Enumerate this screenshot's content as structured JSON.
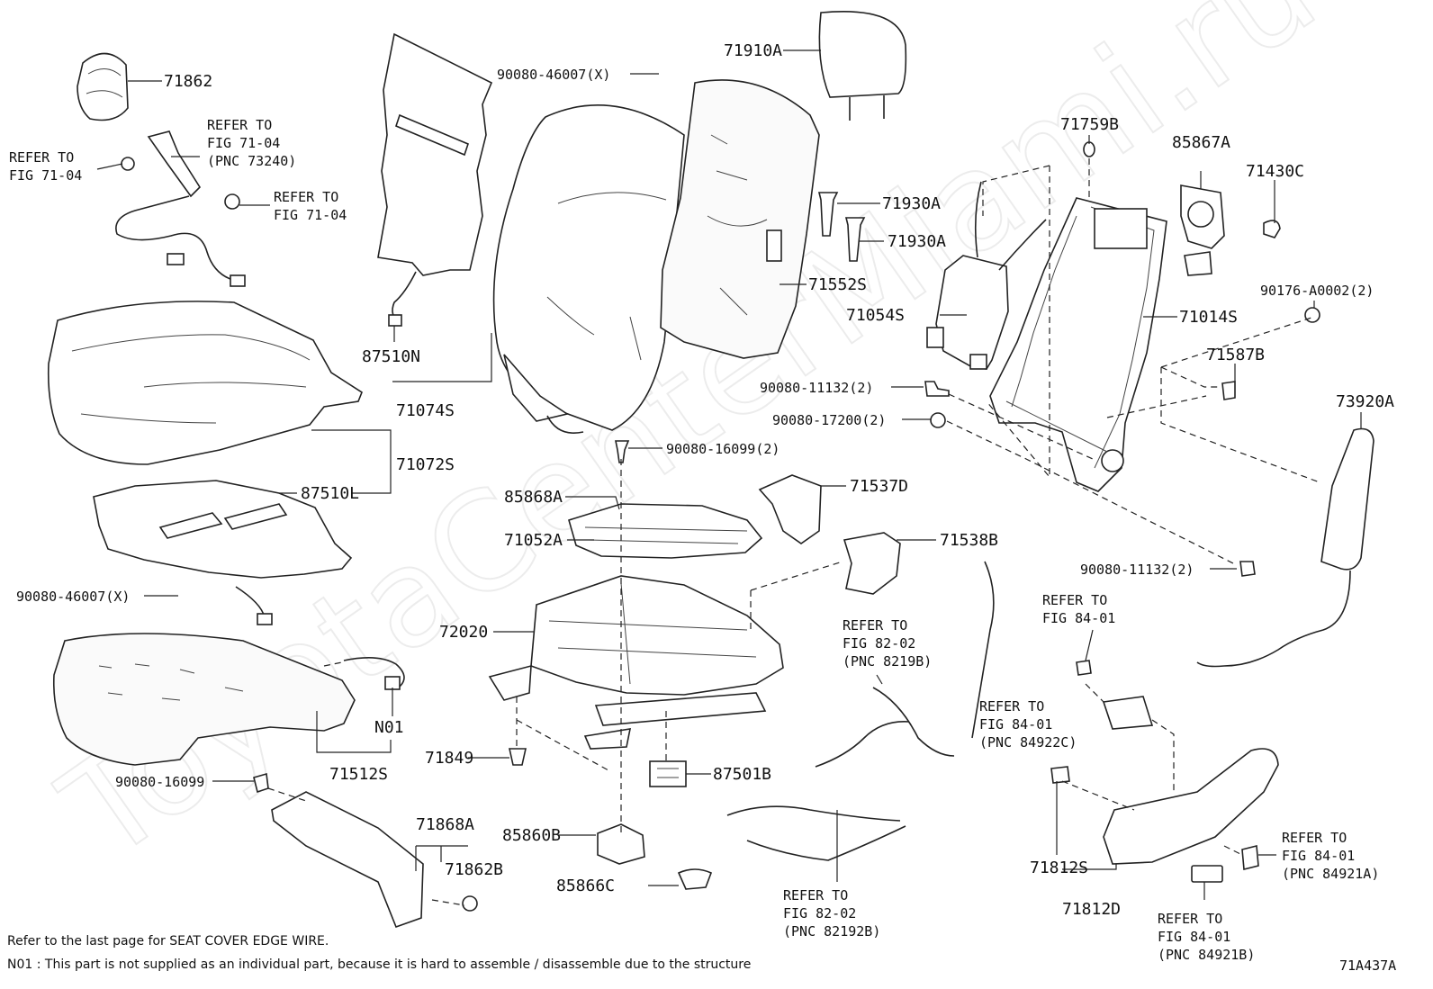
{
  "watermark": "ToyotaCenterMiami.ru",
  "diagram_code": "71A437A",
  "notes": [
    "Refer to the last page for SEAT COVER EDGE WIRE.",
    "N01 : This part is not supplied as an individual part, because it is hard to assemble / disassemble due to the structure"
  ],
  "labels": {
    "p71862": "71862",
    "p71910A": "71910A",
    "p9008046007_top": "90080-46007(X)",
    "p71759B": "71759B",
    "p85867A": "85867A",
    "p71430C": "71430C",
    "p71930A_1": "71930A",
    "p71930A_2": "71930A",
    "p71552S": "71552S",
    "p9017600002": "90176-A0002(2)",
    "p71054S": "71054S",
    "p71014S": "71014S",
    "p87510N": "87510N",
    "p71074S": "71074S",
    "p71587B": "71587B",
    "p9008011132_a": "90080-11132(2)",
    "p9008017200": "90080-17200(2)",
    "p73920A": "73920A",
    "p71072S": "71072S",
    "p9008016099_2": "90080-16099(2)",
    "p87510L": "87510L",
    "p85868A": "85868A",
    "p71537D": "71537D",
    "p71052A": "71052A",
    "p71538B": "71538B",
    "p9008046007_left": "90080-46007(X)",
    "p9008011132_b": "90080-11132(2)",
    "p72020": "72020",
    "pN01": "N01",
    "p71512S": "71512S",
    "p71849": "71849",
    "p87501B": "87501B",
    "p9008016099": "90080-16099",
    "p71868A": "71868A",
    "p71862B": "71862B",
    "p85860B": "85860B",
    "p85866C": "85866C",
    "p71812S": "71812S",
    "p71812D": "71812D"
  },
  "refs": {
    "r1": [
      "REFER TO",
      "FIG 71-04",
      "(PNC 73240)"
    ],
    "r2": [
      "REFER TO",
      "FIG 71-04"
    ],
    "r3": [
      "REFER TO",
      "FIG 71-04"
    ],
    "r4": [
      "REFER TO",
      "FIG 84-01"
    ],
    "r5": [
      "REFER TO",
      "FIG 82-02",
      "(PNC 8219B)"
    ],
    "r6": [
      "REFER TO",
      "FIG 84-01",
      "(PNC 84922C)"
    ],
    "r7": [
      "REFER TO",
      "FIG 84-01",
      "(PNC 84921A)"
    ],
    "r8": [
      "REFER TO",
      "FIG 82-02",
      "(PNC 82192B)"
    ],
    "r9": [
      "REFER TO",
      "FIG 84-01",
      "(PNC 84921B)"
    ]
  }
}
